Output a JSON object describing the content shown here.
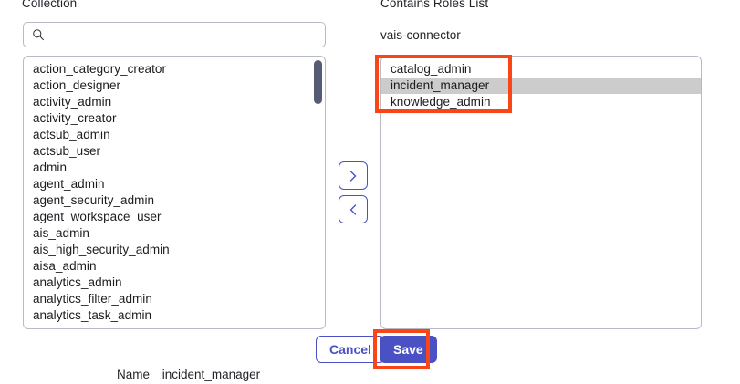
{
  "left_panel": {
    "heading": "Collection",
    "search": {
      "value": "",
      "placeholder": "",
      "icon": "search-icon"
    },
    "items": [
      "action_category_creator",
      "action_designer",
      "activity_admin",
      "activity_creator",
      "actsub_admin",
      "actsub_user",
      "admin",
      "agent_admin",
      "agent_security_admin",
      "agent_workspace_user",
      "ais_admin",
      "ais_high_security_admin",
      "aisa_admin",
      "analytics_admin",
      "analytics_filter_admin",
      "analytics_task_admin"
    ]
  },
  "transfer": {
    "move_right_icon": "chevron-right-icon",
    "move_left_icon": "chevron-left-icon"
  },
  "right_panel": {
    "heading": "Contains Roles List",
    "subheading": "vais-connector",
    "items": [
      {
        "label": "catalog_admin",
        "selected": false
      },
      {
        "label": "incident_manager",
        "selected": true
      },
      {
        "label": "knowledge_admin",
        "selected": false
      }
    ]
  },
  "footer": {
    "cancel_label": "Cancel",
    "save_label": "Save"
  },
  "meta": {
    "name_key": "Name",
    "name_value": "incident_manager"
  },
  "colors": {
    "accent": "#4a51c4",
    "annotation": "#fa4616",
    "selection": "#cccccc",
    "border": "#b8bbc6",
    "scrollbar_thumb": "#565c73"
  }
}
